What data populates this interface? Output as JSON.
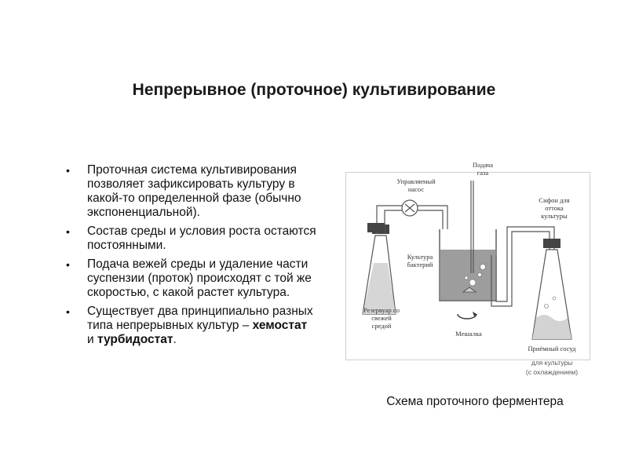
{
  "slide": {
    "title": "Непрерывное (проточное) культивирование",
    "bullets": [
      "Проточная система культивирования позволяет зафиксировать культуру в какой-то определенной фазе (обычно экспоненциальной).",
      "Состав среды и условия роста остаются постоянными.",
      "Подача вежей среды и удаление части суспензии (проток) происходят с той же скоростью, с какой растет культура."
    ],
    "last_bullet": {
      "prefix": "Существует два принципиально разных типа непрерывных культур – ",
      "term1": "хемостат",
      "middle": " и ",
      "term2": "турбидостат",
      "suffix": "."
    },
    "caption": "Схема проточного ферментера"
  },
  "diagram": {
    "labels": {
      "gas_l1": "Подача",
      "gas_l2": "газа",
      "pump_l1": "Управляемый",
      "pump_l2": "насос",
      "siphon_l1": "Сифон для",
      "siphon_l2": "оттока",
      "siphon_l3": "культуры",
      "culture_l1": "Культура",
      "culture_l2": "бактерий",
      "reservoir_l1": "Резервуар со",
      "reservoir_l2": "свежей",
      "reservoir_l3": "средой",
      "mixer": "Мешалка",
      "receiver_l1": "Приёмный сосуд",
      "receiver_l2": "для культуры",
      "receiver_l3": "(с охлаждением)"
    }
  }
}
